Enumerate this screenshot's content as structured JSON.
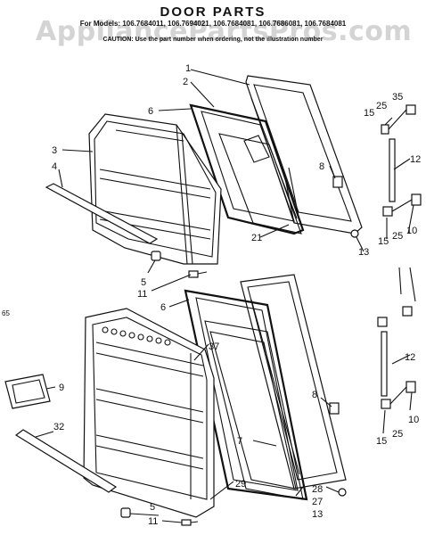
{
  "header": {
    "title": "DOOR PARTS",
    "models": "For Models: 106.7684011, 106.7694021, 106.7684081, 106.7686081, 106.7684081",
    "caution": "CAUTION: Use the part number when ordering, not the illustration number",
    "watermark": "AppliancePartsPros.com"
  },
  "margin_mark": "65",
  "callouts": {
    "c1": "1",
    "c2": "2",
    "c3": "3",
    "c4": "4",
    "c5a": "5",
    "c5b": "5",
    "c6a": "6",
    "c6b": "6",
    "c7": "7",
    "c8a": "8",
    "c8b": "8",
    "c9": "9",
    "c10a": "10",
    "c10b": "10",
    "c11a": "11",
    "c11b": "11",
    "c12a": "12",
    "c12b": "12",
    "c13a": "13",
    "c13b": "13",
    "c15a": "15",
    "c15b": "15",
    "c15c": "15",
    "c21": "21",
    "c25a": "25",
    "c25b": "25",
    "c25c": "25",
    "c27": "27",
    "c28": "28",
    "c29": "29",
    "c32": "32",
    "c35": "35",
    "c37": "37"
  }
}
